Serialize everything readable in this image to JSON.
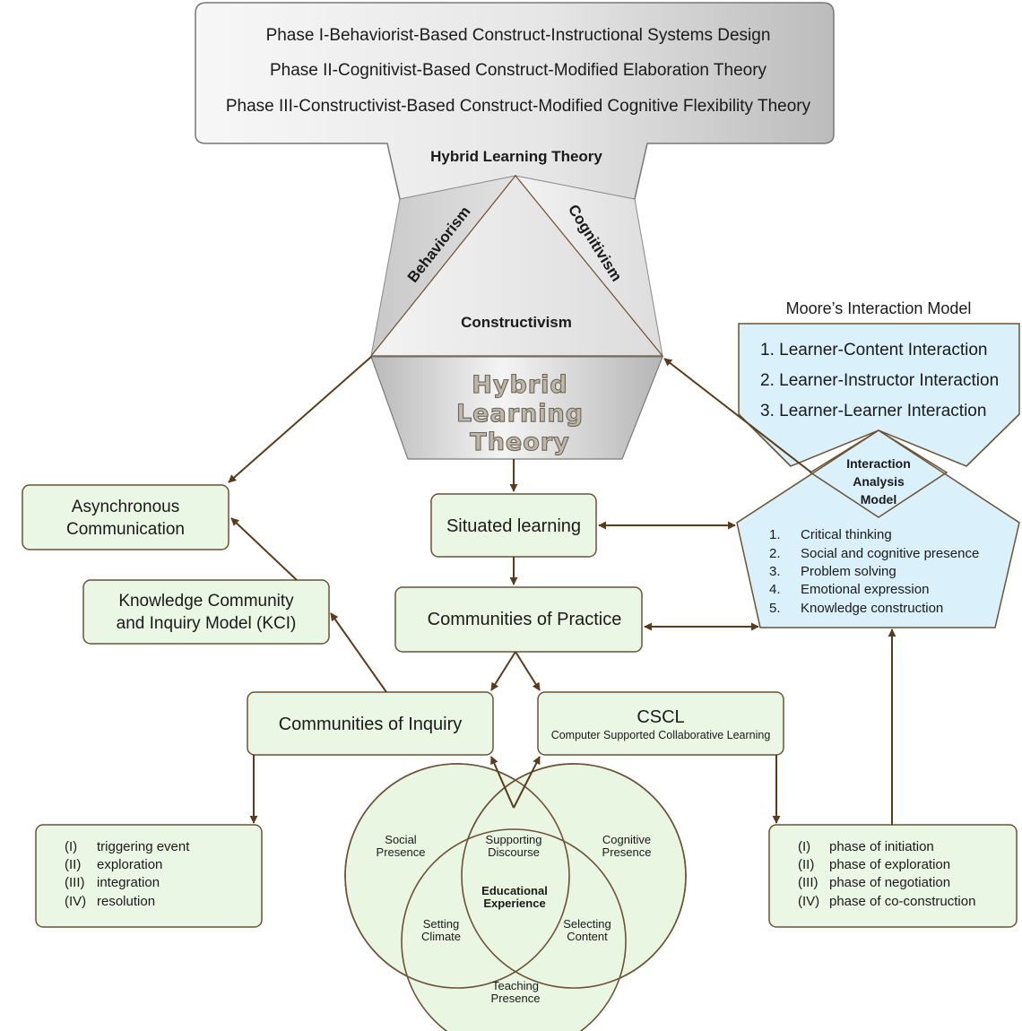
{
  "top_box": {
    "lines": [
      "Phase I-Behaviorist-Based Construct-Instructional Systems Design",
      "Phase II-Cognitivist-Based Construct-Modified Elaboration Theory",
      "Phase III-Constructivist-Based Construct-Modified Cognitive Flexibility Theory"
    ],
    "title": "Hybrid Learning Theory"
  },
  "triangle": {
    "left": "Behaviorism",
    "right": "Cognitivism",
    "center": "Constructivism"
  },
  "hexagon": {
    "lines": [
      "Hybrid",
      "Learning",
      "Theory"
    ]
  },
  "moore": {
    "title": "Moore’s Interaction Model",
    "items": [
      "1. Learner-Content Interaction",
      "2. Learner-Instructor Interaction",
      "3. Learner-Learner Interaction"
    ]
  },
  "iam": {
    "title_lines": [
      "Interaction",
      "Analysis",
      "Model"
    ],
    "items": [
      {
        "num": "1.",
        "text": "Critical thinking"
      },
      {
        "num": "2.",
        "text": "Social and cognitive presence"
      },
      {
        "num": "3.",
        "text": "Problem solving"
      },
      {
        "num": "4.",
        "text": "Emotional expression"
      },
      {
        "num": "5.",
        "text": "Knowledge construction"
      }
    ]
  },
  "boxes": {
    "async": [
      "Asynchronous",
      "Communication"
    ],
    "kci": [
      "Knowledge Community",
      "and Inquiry Model (KCI)"
    ],
    "situated": "Situated learning",
    "cop": "Communities of Practice",
    "coi": "Communities of Inquiry",
    "cscl_title": "CSCL",
    "cscl_sub": "Computer Supported Collaborative Learning"
  },
  "coi_phases": [
    {
      "num": "(I)",
      "text": "triggering event"
    },
    {
      "num": "(II)",
      "text": "exploration"
    },
    {
      "num": "(III)",
      "text": "integration"
    },
    {
      "num": "(IV)",
      "text": "resolution"
    }
  ],
  "cscl_phases": [
    {
      "num": "(I)",
      "text": "phase of initiation"
    },
    {
      "num": "(II)",
      "text": "phase of exploration"
    },
    {
      "num": "(III)",
      "text": "phase of negotiation"
    },
    {
      "num": "(IV)",
      "text": "phase of co-construction"
    }
  ],
  "venn": {
    "social": [
      "Social",
      "Presence"
    ],
    "cognitive": [
      "Cognitive",
      "Presence"
    ],
    "teaching": [
      "Teaching",
      "Presence"
    ],
    "discourse": [
      "Supporting",
      "Discourse"
    ],
    "climate": [
      "Setting",
      "Climate"
    ],
    "content": [
      "Selecting",
      "Content"
    ],
    "center": [
      "Educational",
      "Experience"
    ]
  },
  "colors": {
    "stroke": "#6b5236",
    "box_fill": "#eaf7e5",
    "blue_fill": "#daf0fb",
    "arrow": "#5a3b1c"
  }
}
